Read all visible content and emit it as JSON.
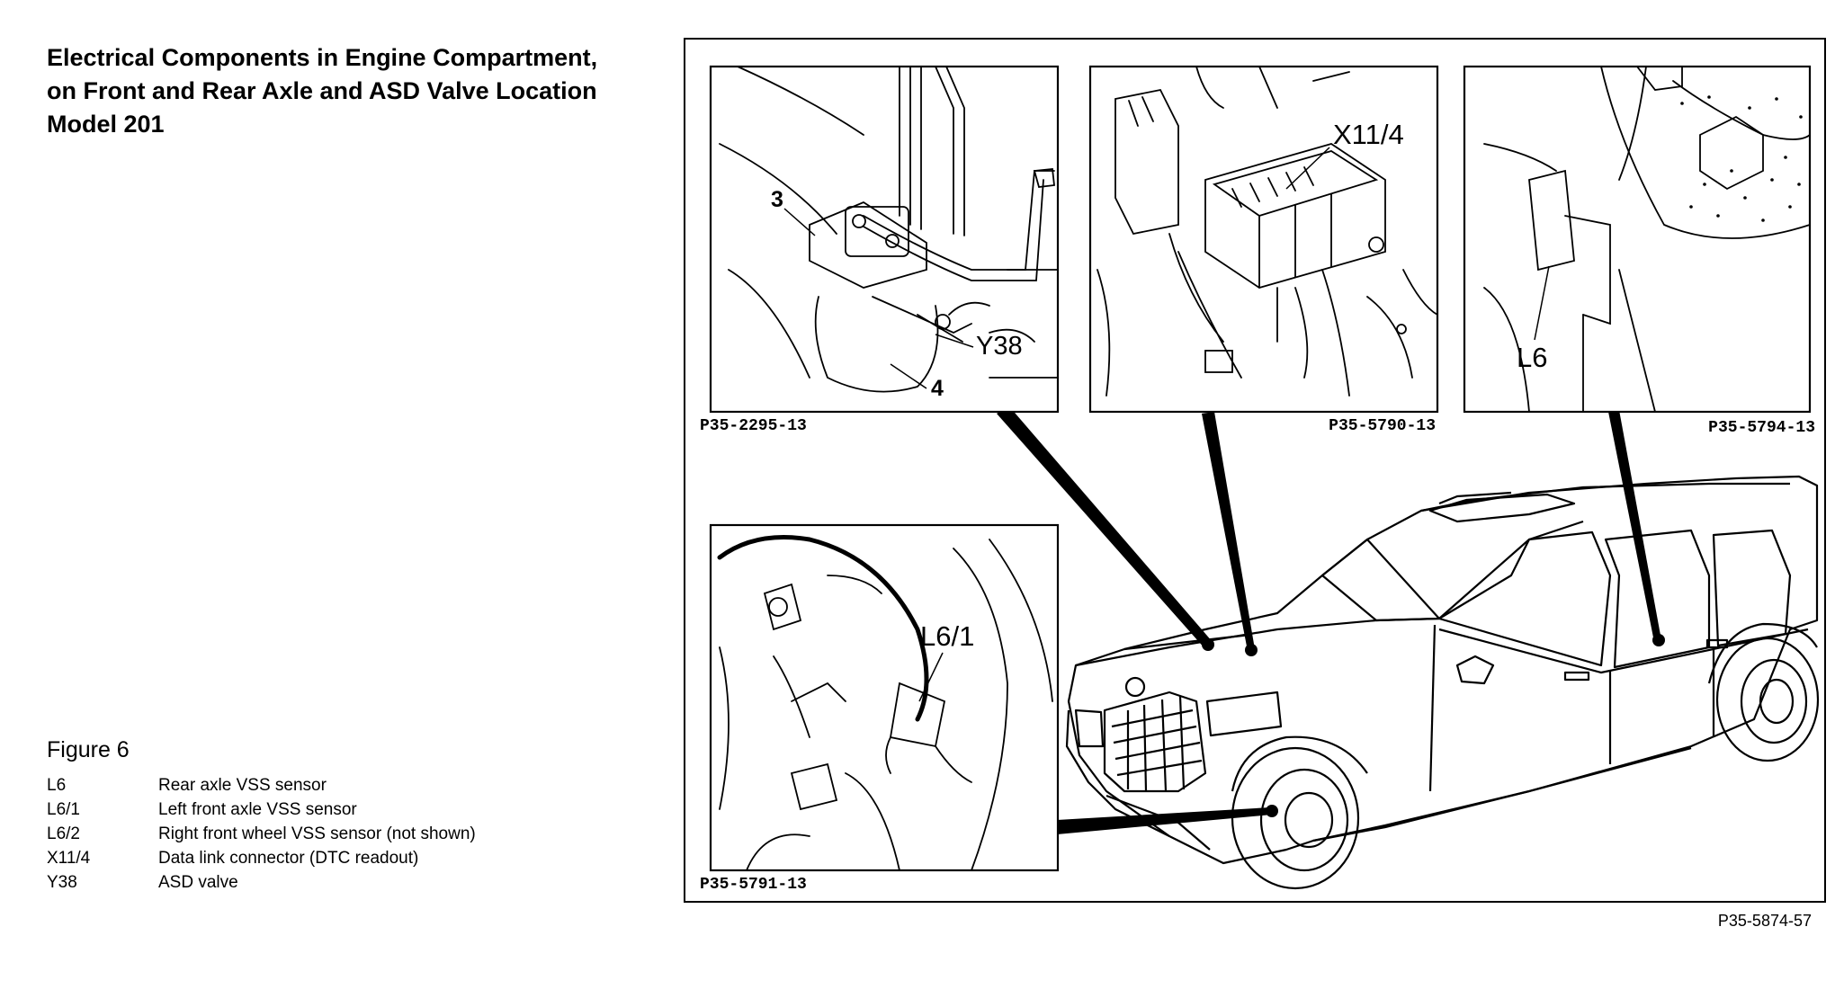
{
  "title_lines": [
    "Electrical Components in Engine Compartment,",
    "on Front and Rear Axle and ASD Valve Location",
    "Model 201"
  ],
  "figure_label": "Figure 6",
  "legend": [
    {
      "code": "L6",
      "desc": "Rear axle VSS sensor"
    },
    {
      "code": "L6/1",
      "desc": "Left front axle VSS sensor"
    },
    {
      "code": "L6/2",
      "desc": "Right front wheel VSS sensor (not shown)"
    },
    {
      "code": "X11/4",
      "desc": "Data link connector (DTC readout)"
    },
    {
      "code": "Y38",
      "desc": "ASD valve"
    }
  ],
  "insets": {
    "asd": {
      "code": "P35-2295-13",
      "callouts": [
        "3",
        "4",
        "Y38"
      ]
    },
    "connector": {
      "code": "P35-5790-13",
      "callouts": [
        "X11/4"
      ]
    },
    "rear_axle": {
      "code": "P35-5794-13",
      "callouts": [
        "L6"
      ]
    },
    "front_axle": {
      "code": "P35-5791-13",
      "callouts": [
        "L6/1"
      ]
    }
  },
  "figure_ref": "P35-5874-57"
}
